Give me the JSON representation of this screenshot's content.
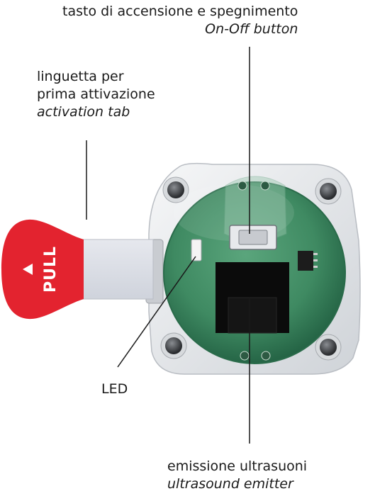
{
  "labels": {
    "onoff": {
      "it": "tasto di accensione e spegnimento",
      "en": "On-Off button"
    },
    "tab": {
      "it_line1": "linguetta per",
      "it_line2": "prima attivazione",
      "en": "activation tab"
    },
    "led": {
      "text": "LED"
    },
    "emitter": {
      "it": "emissione ultrasuoni",
      "en": "ultrasound emitter"
    }
  },
  "tab_text": "PULL",
  "colors": {
    "tab_red": "#e3232f",
    "pcb_green": "#3f8a62",
    "housing": "#e9ebee",
    "emitter": "#0b0b0b"
  }
}
